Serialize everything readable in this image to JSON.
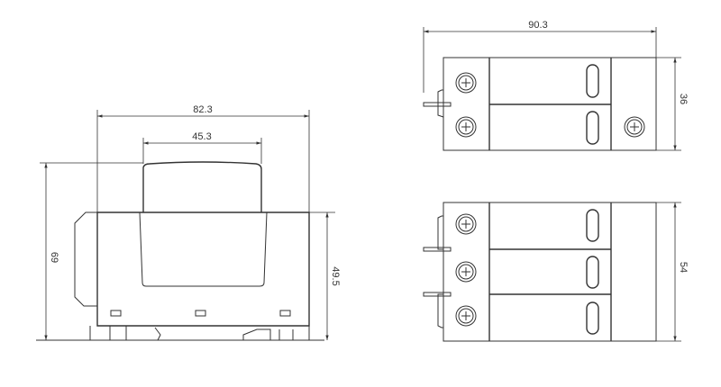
{
  "side_view": {
    "overall_width": "82.3",
    "top_width": "45.3",
    "overall_height": "69",
    "body_height": "49.5"
  },
  "top_view_2pole": {
    "overall_length": "90.3",
    "width": "36"
  },
  "top_view_3pole": {
    "width": "54"
  },
  "colors": {
    "line": "#333333",
    "background": "#ffffff"
  }
}
